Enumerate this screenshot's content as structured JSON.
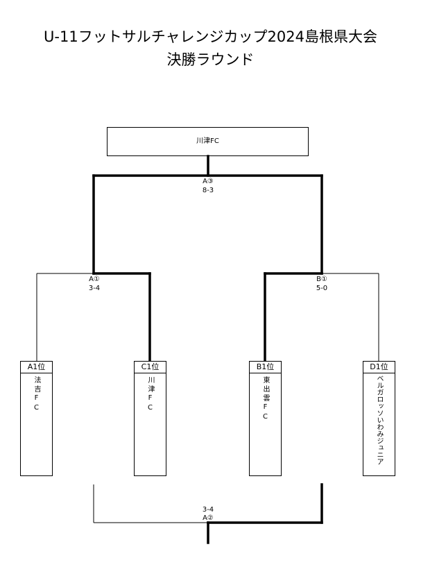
{
  "title": {
    "line1": "U-11フットサルチャレンジカップ2024島根県大会",
    "line2": "決勝ラウンド"
  },
  "champion": {
    "name": "川津FC"
  },
  "matches": {
    "final": {
      "id": "A③",
      "score": "8-3"
    },
    "semi_left": {
      "id": "A①",
      "score": "3-4"
    },
    "semi_right": {
      "id": "B①",
      "score": "5-0"
    },
    "third_place": {
      "id": "A②",
      "score": "3-4"
    }
  },
  "teams": [
    {
      "seed": "A1位",
      "name": "法吉FC"
    },
    {
      "seed": "C1位",
      "name": "川津FC"
    },
    {
      "seed": "B1位",
      "name": "東出雲FC"
    },
    {
      "seed": "D1位",
      "name": "ベルガロッソいわみジュニア"
    }
  ]
}
